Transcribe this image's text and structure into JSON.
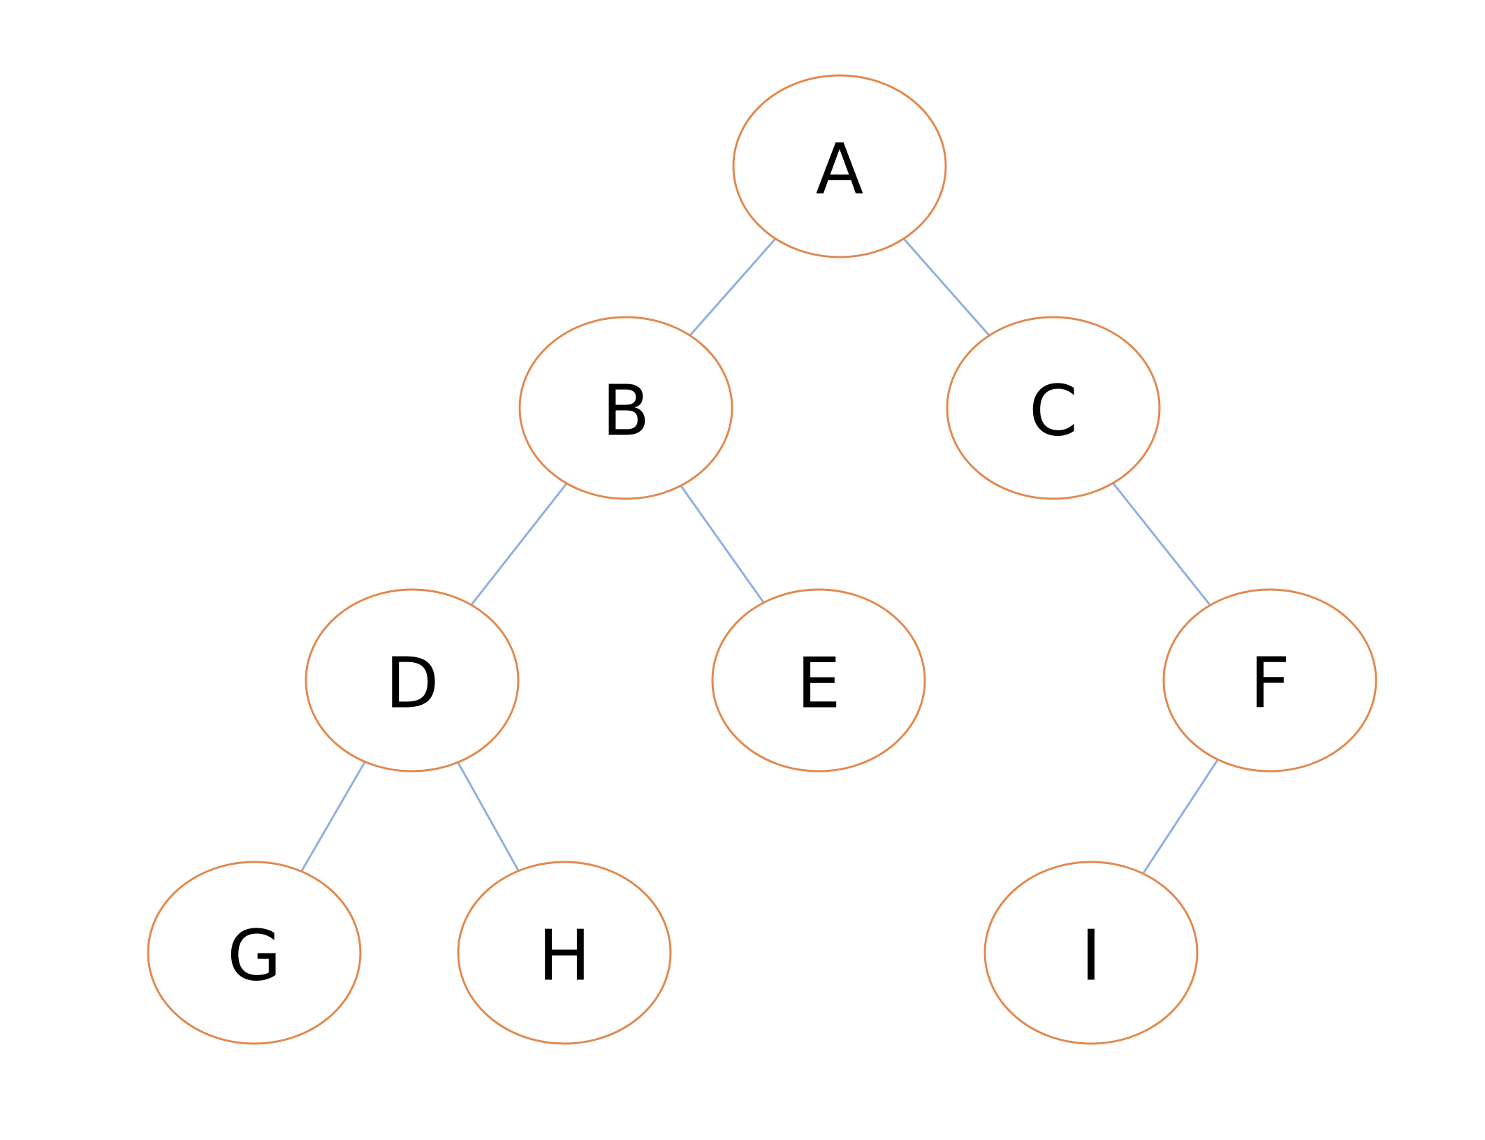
{
  "tree": {
    "nodes": [
      {
        "id": "A",
        "label": "A"
      },
      {
        "id": "B",
        "label": "B"
      },
      {
        "id": "C",
        "label": "C"
      },
      {
        "id": "D",
        "label": "D"
      },
      {
        "id": "E",
        "label": "E"
      },
      {
        "id": "F",
        "label": "F"
      },
      {
        "id": "G",
        "label": "G"
      },
      {
        "id": "H",
        "label": "H"
      },
      {
        "id": "I",
        "label": "I"
      }
    ],
    "edges": [
      {
        "from": "A",
        "to": "B"
      },
      {
        "from": "A",
        "to": "C"
      },
      {
        "from": "B",
        "to": "D"
      },
      {
        "from": "B",
        "to": "E"
      },
      {
        "from": "C",
        "to": "F"
      },
      {
        "from": "D",
        "to": "G"
      },
      {
        "from": "D",
        "to": "H"
      },
      {
        "from": "F",
        "to": "I"
      }
    ]
  }
}
